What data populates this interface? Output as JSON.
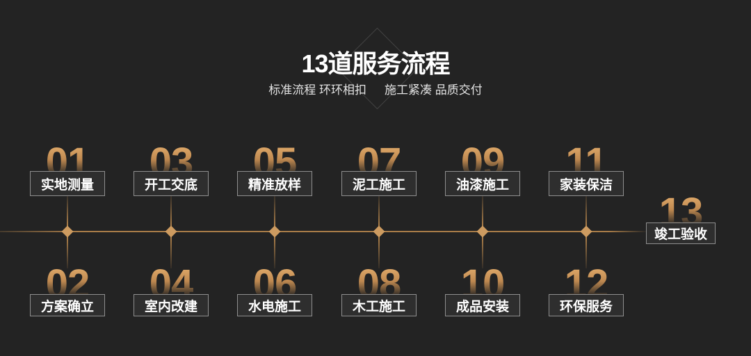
{
  "page": {
    "title": "13道服务流程",
    "subtitle_part1": "标准流程 环环相扣",
    "subtitle_part2": "施工紧凑 品质交付"
  },
  "colors": {
    "background": "#232323",
    "title_color": "#ffffff",
    "subtitle_color": "#e3e3e3",
    "line": "#a87c48",
    "diamond": "#cd9b60",
    "num_top": "#e2ac6c",
    "num_mid": "#bf8950",
    "num_fade": "rgba(110,82,45,0.05)",
    "box_bg": "#2e2e2e",
    "box_border": "#8f8f8f",
    "label_color": "#ffffff"
  },
  "timeline": {
    "steps": [
      {
        "num": "01",
        "label": "实地测量"
      },
      {
        "num": "02",
        "label": "方案确立"
      },
      {
        "num": "03",
        "label": "开工交底"
      },
      {
        "num": "04",
        "label": "室内改建"
      },
      {
        "num": "05",
        "label": "精准放样"
      },
      {
        "num": "06",
        "label": "水电施工"
      },
      {
        "num": "07",
        "label": "泥工施工"
      },
      {
        "num": "08",
        "label": "木工施工"
      },
      {
        "num": "09",
        "label": "油漆施工"
      },
      {
        "num": "10",
        "label": "成品安装"
      },
      {
        "num": "11",
        "label": "家装保洁"
      },
      {
        "num": "12",
        "label": "环保服务"
      },
      {
        "num": "13",
        "label": "竣工验收"
      }
    ]
  }
}
